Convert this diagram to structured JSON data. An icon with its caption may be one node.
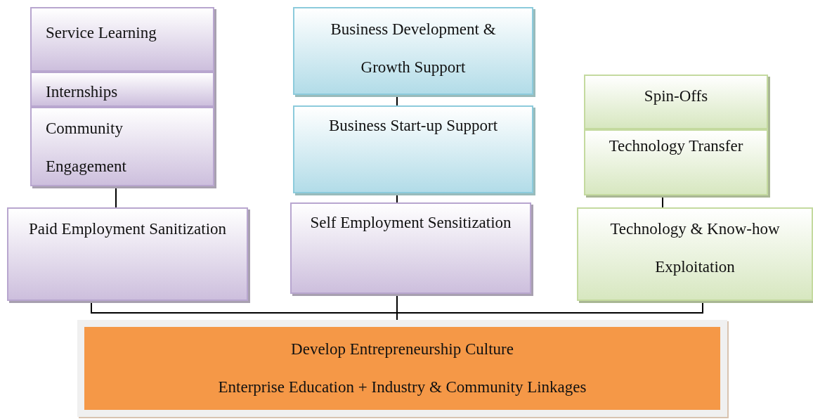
{
  "diagram": {
    "nodes": [
      {
        "text": [
          "Service Learning"
        ]
      },
      {
        "text": [
          "Internships"
        ]
      },
      {
        "text": [
          "Community Engagement"
        ]
      },
      {
        "text": [
          "Business Development & Growth Support"
        ]
      },
      {
        "text": [
          "Business Start-up Support"
        ]
      },
      {
        "text": [
          "Spin-Offs"
        ]
      },
      {
        "text": [
          "Technology Transfer"
        ]
      },
      {
        "text": [
          "Paid Employment Sanitization"
        ]
      },
      {
        "text": [
          "Self Employment Sensitization"
        ]
      },
      {
        "text": [
          "Technology & Know-how Exploitation"
        ]
      },
      {
        "text": [
          "Develop Entrepreneurship Culture",
          "Enterprise Education + Industry & Community Linkages"
        ]
      }
    ],
    "edges": [
      {
        "from": 2,
        "to": 7,
        "arrow": "none"
      },
      {
        "from": 3,
        "to": 4,
        "arrow": "none"
      },
      {
        "from": 4,
        "to": 8,
        "arrow": "none"
      },
      {
        "from": 6,
        "to": 9,
        "arrow": "none"
      },
      {
        "from": 7,
        "to": 10,
        "arrow": "none"
      },
      {
        "from": 8,
        "to": 10,
        "arrow": "none"
      },
      {
        "from": 9,
        "to": 10,
        "arrow": "none"
      }
    ]
  }
}
